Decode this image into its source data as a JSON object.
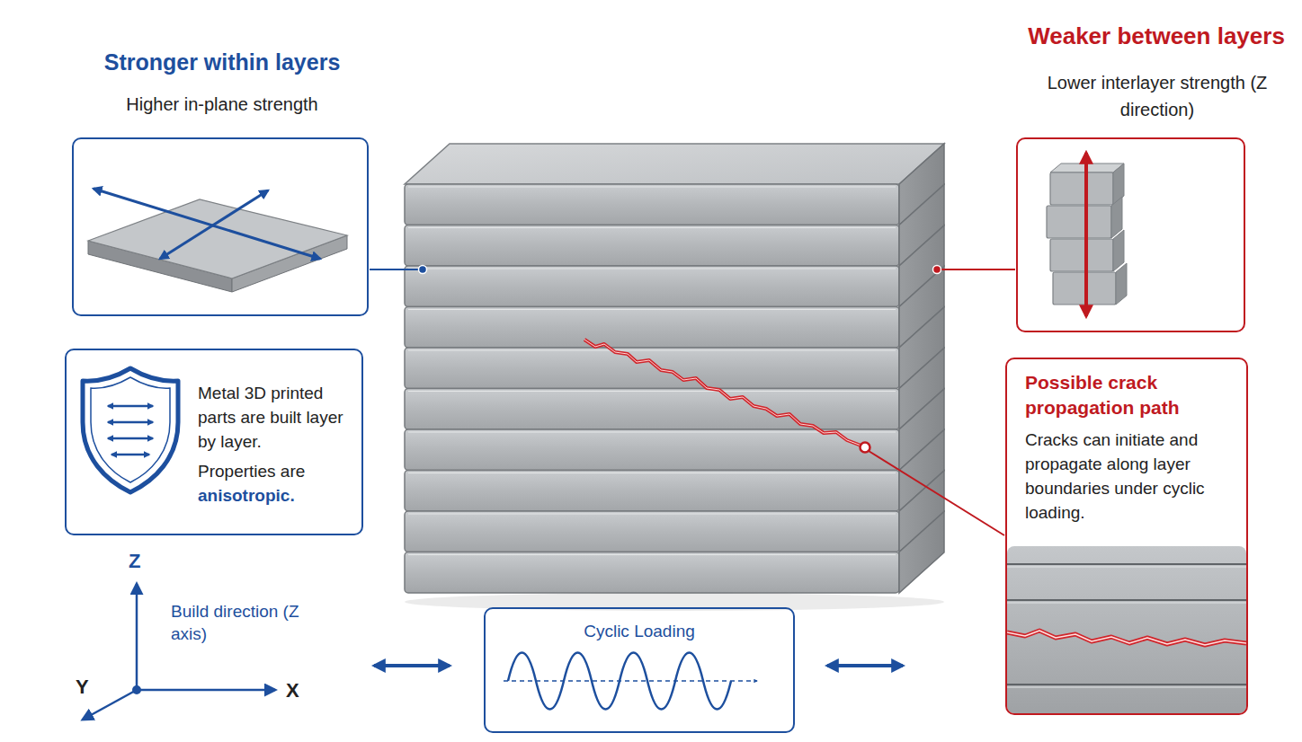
{
  "diagram": {
    "nodes": [
      {
        "text": [
          "Stronger within layers",
          "Higher in-plane strength"
        ]
      },
      {
        "text": [
          "Weaker between layers",
          "Lower interlayer strength (Z direction)"
        ]
      },
      {
        "text": [
          "Metal 3D printed parts are built layer by layer.",
          "Properties are",
          "anisotropic."
        ]
      },
      {
        "text": [
          "Cyclic Loading"
        ]
      },
      {
        "text": [
          "Possible crack propagation path",
          "Cracks can initiate and propagate along layer boundaries under cyclic loading."
        ]
      }
    ],
    "labels": [
      "Z",
      "Build direction (Z axis)",
      "Y",
      "X"
    ]
  }
}
